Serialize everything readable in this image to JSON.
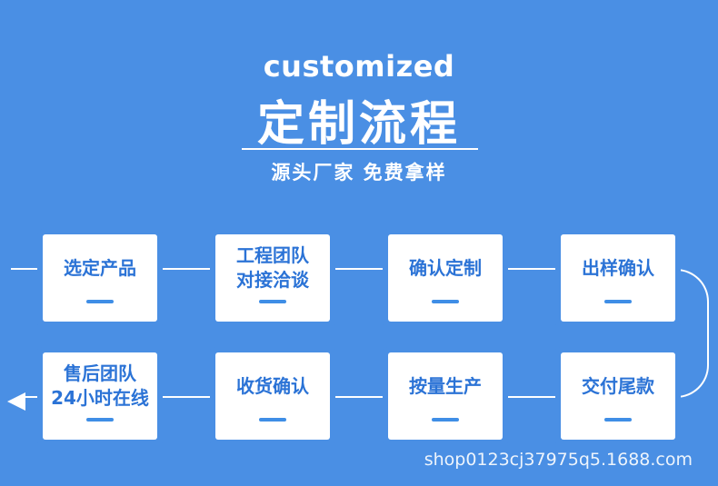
{
  "header": {
    "title_en": "customized",
    "title_cn": "定制流程",
    "subtitle": "源头厂家  免费拿样"
  },
  "steps": [
    {
      "label": "选定产品"
    },
    {
      "label": "工程团队\n对接洽谈"
    },
    {
      "label": "确认定制"
    },
    {
      "label": "出样确认"
    },
    {
      "label": "交付尾款"
    },
    {
      "label": "按量生产"
    },
    {
      "label": "收货确认"
    },
    {
      "label": "售后团队\n24小时在线"
    }
  ],
  "colors": {
    "background": "#4a8fe4",
    "text_blue": "#2b73d6",
    "accent_bar": "#3f8ee6",
    "white": "#ffffff"
  },
  "watermark": "shop0123cj37975q5.1688.com"
}
